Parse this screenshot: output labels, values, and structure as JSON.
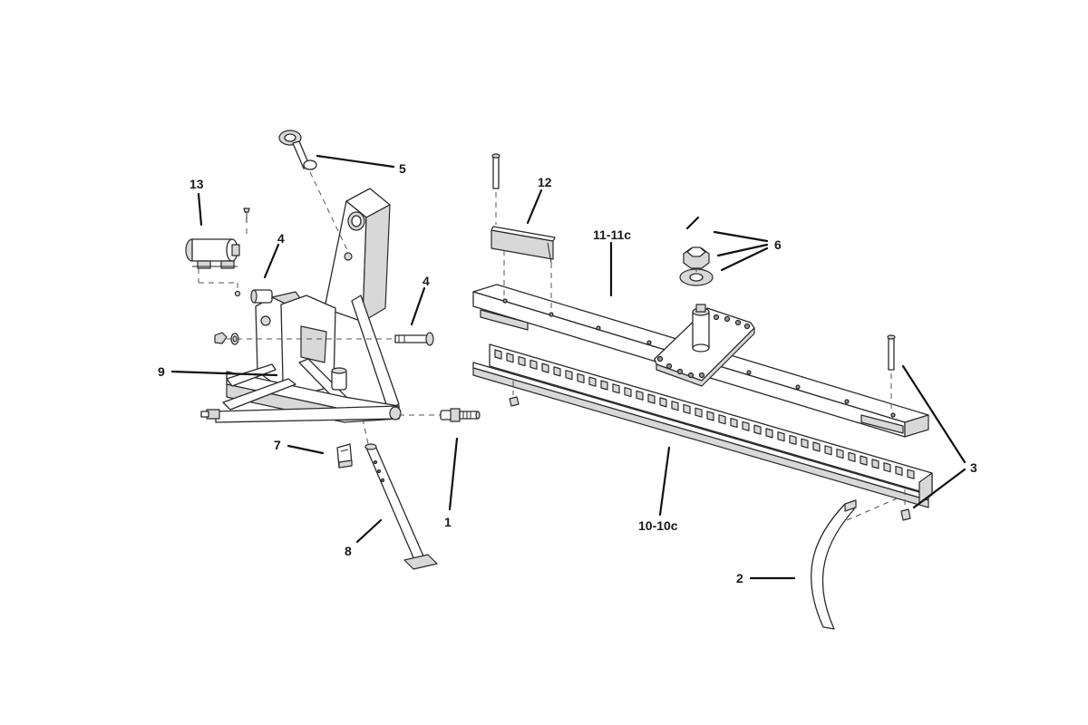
{
  "callouts": {
    "c1": "1",
    "c2": "2",
    "c3": "3",
    "c4a": "4",
    "c4b": "4",
    "c5": "5",
    "c6": "6",
    "c7": "7",
    "c8": "8",
    "c9": "9",
    "c10": "10-10c",
    "c11": "11-11c",
    "c12": "12",
    "c13": "13"
  }
}
